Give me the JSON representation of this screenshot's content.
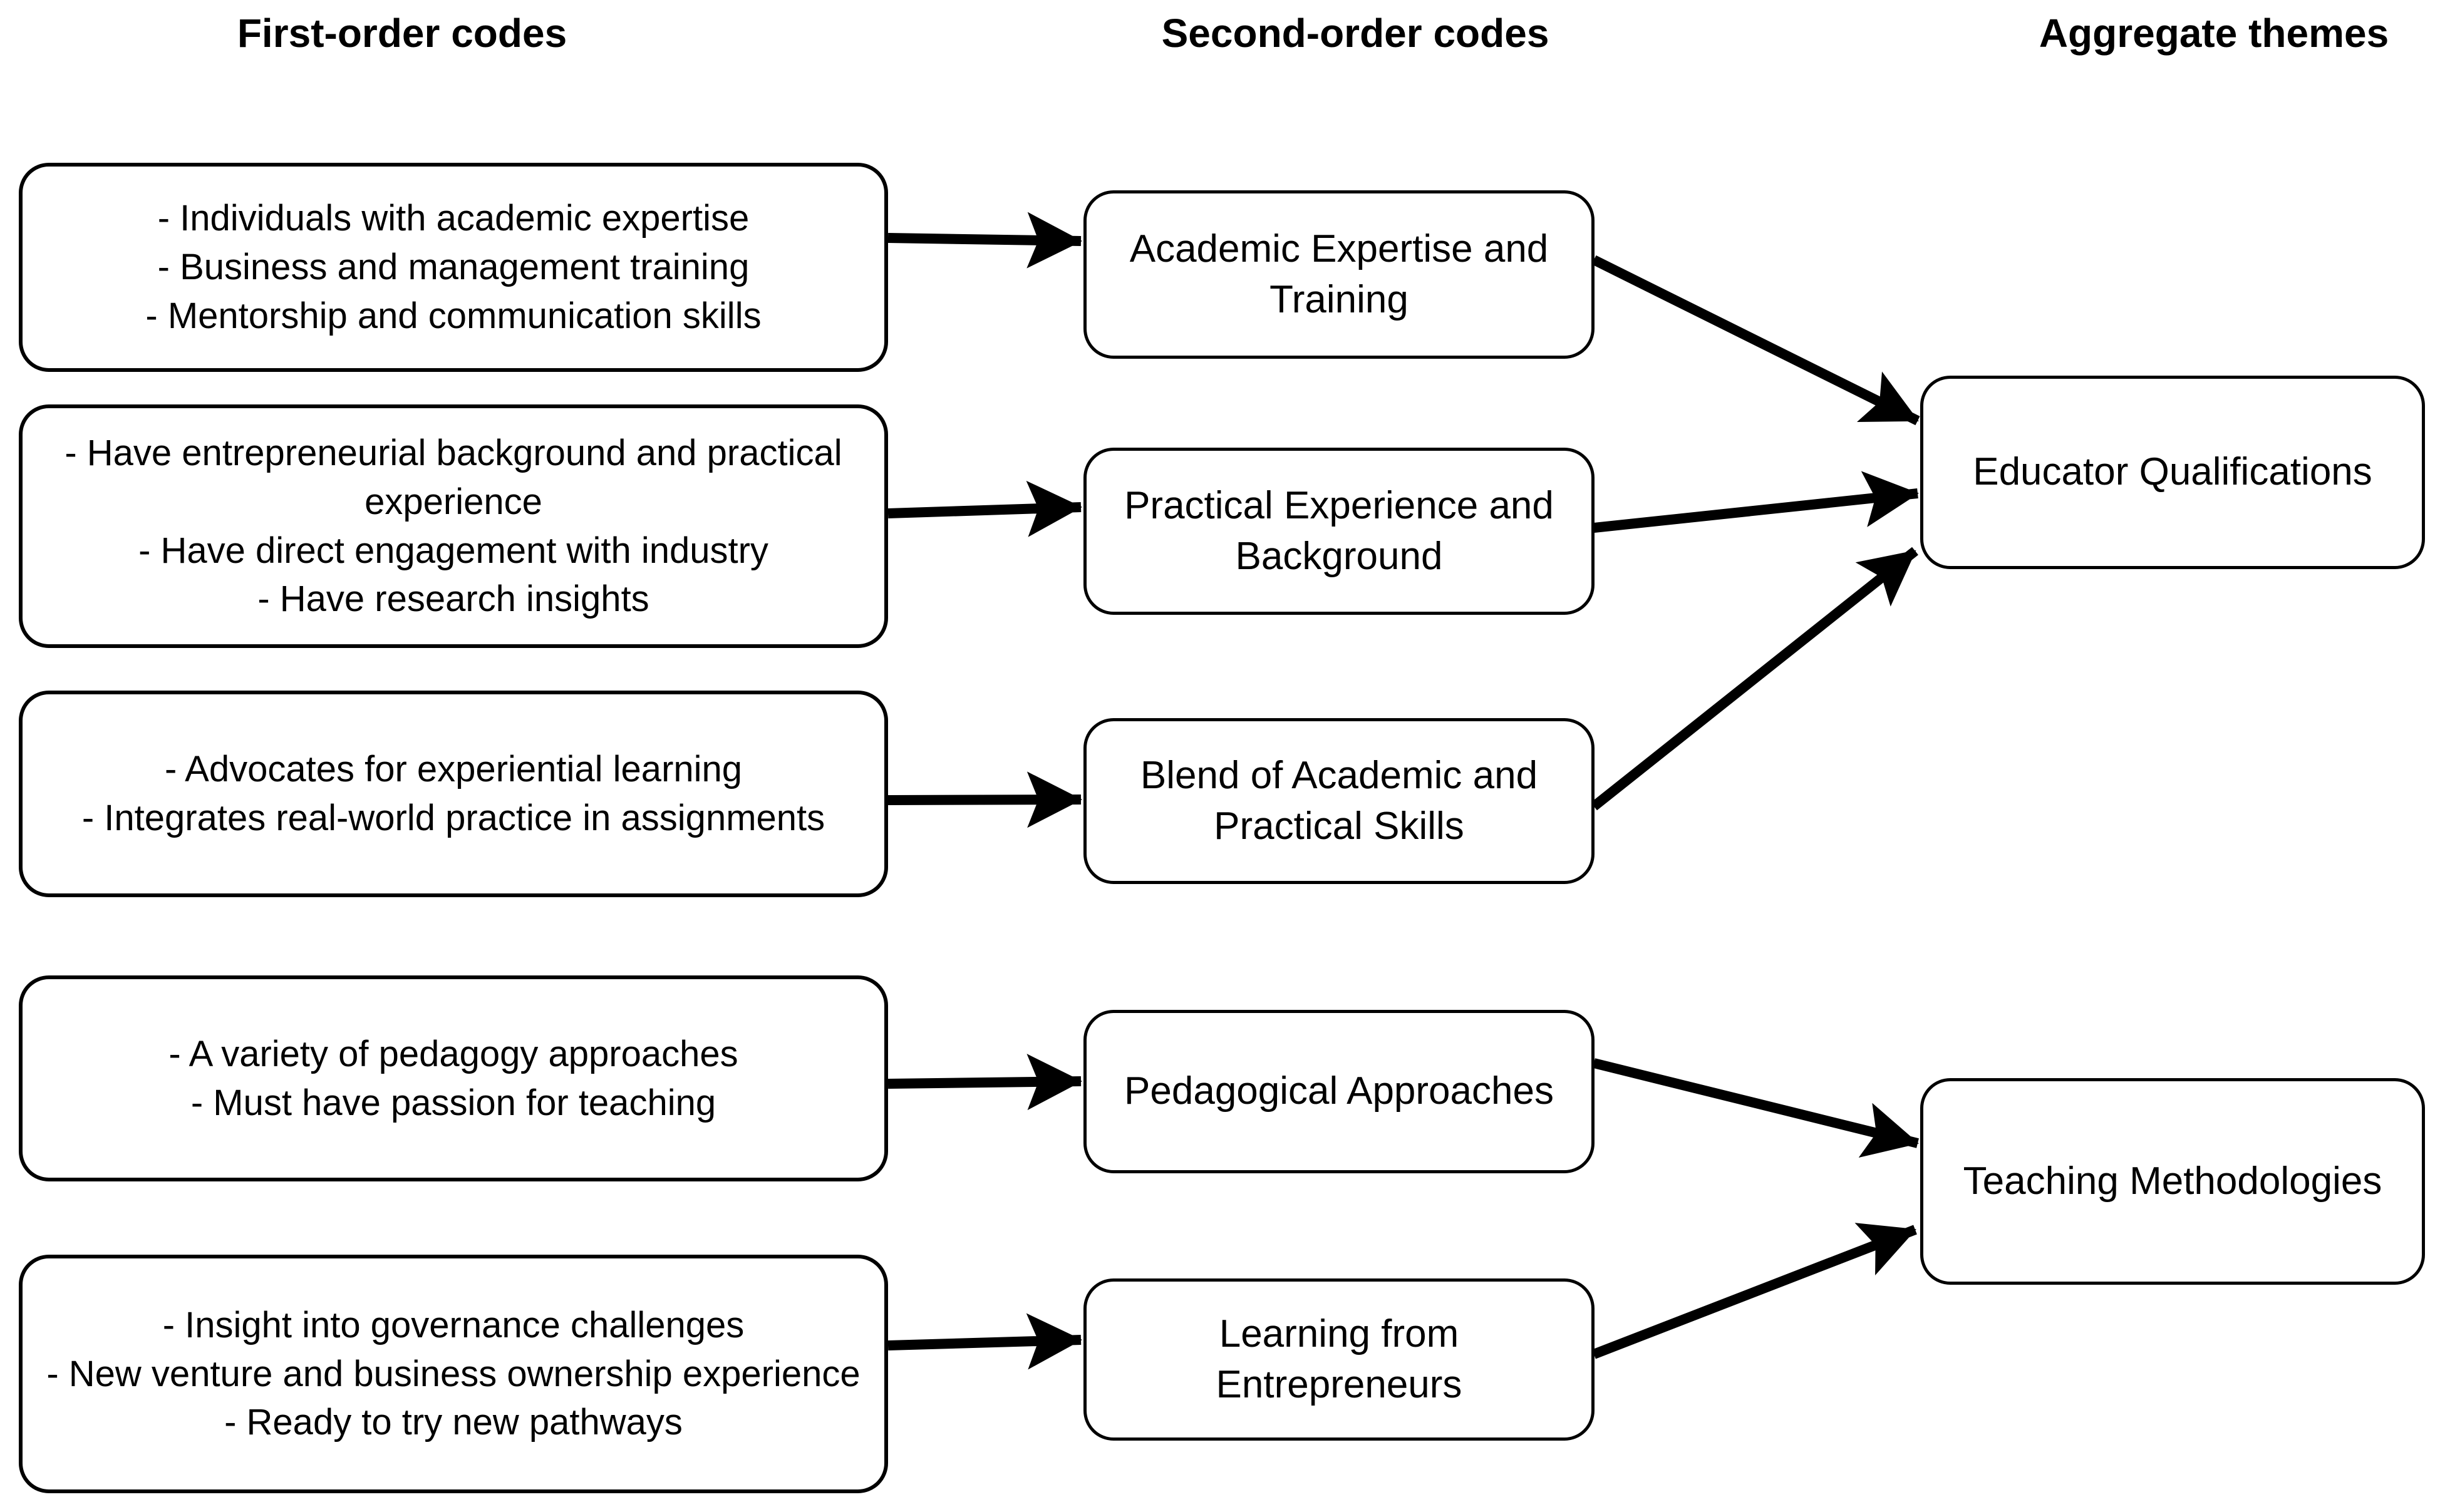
{
  "columns": [
    {
      "header": "First-order codes"
    },
    {
      "header": "Second-order codes"
    },
    {
      "header": "Aggregate themes"
    }
  ],
  "first_order_codes": [
    {
      "bullets": [
        "- Individuals with academic expertise",
        "- Business and management training",
        "- Mentorship and communication skills"
      ]
    },
    {
      "bullets": [
        "- Have entrepreneurial background and practical experience",
        "- Have direct engagement with industry",
        "- Have research insights"
      ]
    },
    {
      "bullets": [
        "- Advocates for experiential learning",
        "- Integrates real-world practice in assignments"
      ]
    },
    {
      "bullets": [
        "- A variety of pedagogy approaches",
        "- Must have passion for teaching"
      ]
    },
    {
      "bullets": [
        "- Insight into governance challenges",
        "- New venture and business ownership experience",
        "- Ready to try new pathways"
      ]
    }
  ],
  "second_order_codes": [
    {
      "label": "Academic Expertise and Training"
    },
    {
      "label": "Practical Experience and Background"
    },
    {
      "label": "Blend of Academic and Practical Skills"
    },
    {
      "label": "Pedagogical Approaches"
    },
    {
      "label": "Learning from Entrepreneurs"
    }
  ],
  "aggregate_themes": [
    {
      "label": "Educator Qualifications"
    },
    {
      "label": "Teaching Methodologies"
    }
  ],
  "connections": {
    "first_to_second": [
      [
        0,
        0
      ],
      [
        1,
        1
      ],
      [
        2,
        2
      ],
      [
        3,
        3
      ],
      [
        4,
        4
      ]
    ],
    "second_to_aggregate": [
      [
        0,
        0
      ],
      [
        1,
        0
      ],
      [
        2,
        0
      ],
      [
        3,
        1
      ],
      [
        4,
        1
      ]
    ]
  },
  "colors": {
    "background": "#ffffff",
    "box_border": "#000000",
    "text": "#000000",
    "arrow": "#000000"
  }
}
